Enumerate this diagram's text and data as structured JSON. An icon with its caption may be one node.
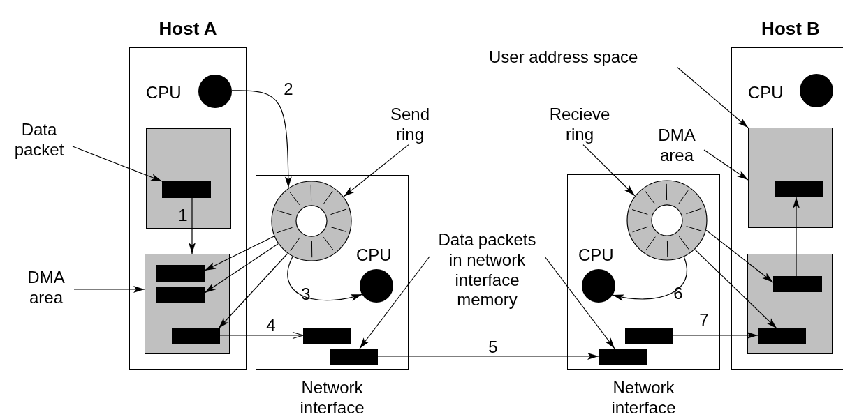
{
  "diagram": {
    "nodes": [
      {
        "text": [
          "Host A"
        ]
      },
      {
        "text": [],
        "shape": "circle",
        "beside": [
          "CPU"
        ],
        "in": 0
      },
      {
        "text": [],
        "shape": "box",
        "in": 0
      },
      {
        "text": [],
        "shape": "bar",
        "in": 2
      },
      {
        "text": [],
        "shape": "box",
        "in": 0
      },
      {
        "text": [],
        "shape": "bar",
        "in": 4
      },
      {
        "text": [],
        "shape": "bar",
        "in": 4
      },
      {
        "text": [],
        "shape": "bar",
        "in": 4
      },
      {
        "text": [
          "Network interface"
        ]
      },
      {
        "text": [],
        "shape": "circle",
        "in": 8
      },
      {
        "text": [],
        "shape": "circle",
        "beside": [
          "CPU"
        ],
        "in": 8
      },
      {
        "text": [],
        "shape": "bar",
        "in": 8
      },
      {
        "text": [],
        "shape": "bar",
        "in": 8
      },
      {
        "text": [
          "Network interface"
        ]
      },
      {
        "text": [],
        "shape": "circle",
        "in": 13
      },
      {
        "text": [],
        "shape": "circle",
        "beside": [
          "CPU"
        ],
        "in": 13
      },
      {
        "text": [],
        "shape": "bar",
        "in": 13
      },
      {
        "text": [],
        "shape": "bar",
        "in": 13
      },
      {
        "text": [
          "Host B"
        ]
      },
      {
        "text": [],
        "shape": "circle",
        "beside": [
          "CPU"
        ],
        "in": 18
      },
      {
        "text": [],
        "shape": "box",
        "in": 18
      },
      {
        "text": [],
        "shape": "bar",
        "in": 20
      },
      {
        "text": [],
        "shape": "box",
        "in": 18
      },
      {
        "text": [],
        "shape": "bar",
        "in": 22
      },
      {
        "text": [],
        "shape": "bar",
        "in": 22
      },
      {
        "text": [
          "Data packet"
        ]
      },
      {
        "text": [
          "DMA area"
        ]
      },
      {
        "text": [
          "Send ring"
        ]
      },
      {
        "text": [
          "Data packets in network interface memory"
        ]
      },
      {
        "text": [
          "Recieve ring"
        ]
      },
      {
        "text": [
          "User address space"
        ]
      },
      {
        "text": [
          "DMA area"
        ]
      }
    ],
    "edges": [
      {
        "from": 3,
        "to": 4,
        "arrow": "to",
        "label": "1"
      },
      {
        "from": 1,
        "to": 9,
        "arrow": "to",
        "label": "2"
      },
      {
        "from": 9,
        "to": 5,
        "arrow": "to"
      },
      {
        "from": 9,
        "to": 6,
        "arrow": "to"
      },
      {
        "from": 9,
        "to": 7,
        "arrow": "to"
      },
      {
        "from": 9,
        "to": 10,
        "arrow": "to",
        "label": "3"
      },
      {
        "from": 7,
        "to": 11,
        "arrow": "to",
        "label": "4"
      },
      {
        "from": 12,
        "to": 17,
        "arrow": "to",
        "label": "5"
      },
      {
        "from": 14,
        "to": 15,
        "arrow": "to",
        "label": "6"
      },
      {
        "from": 14,
        "to": 23,
        "arrow": "to"
      },
      {
        "from": 14,
        "to": 24,
        "arrow": "to"
      },
      {
        "from": 16,
        "to": 24,
        "arrow": "to",
        "label": "7"
      },
      {
        "from": 23,
        "to": 21,
        "arrow": "to"
      },
      {
        "from": 25,
        "to": 3,
        "arrow": "to"
      },
      {
        "from": 26,
        "to": 4,
        "arrow": "to"
      },
      {
        "from": 27,
        "to": 9,
        "arrow": "to"
      },
      {
        "from": 28,
        "to": 12,
        "arrow": "to"
      },
      {
        "from": 28,
        "to": 17,
        "arrow": "to"
      },
      {
        "from": 29,
        "to": 14,
        "arrow": "to"
      },
      {
        "from": 30,
        "to": 20,
        "arrow": "to"
      },
      {
        "from": 31,
        "to": 20,
        "arrow": "to"
      }
    ]
  }
}
